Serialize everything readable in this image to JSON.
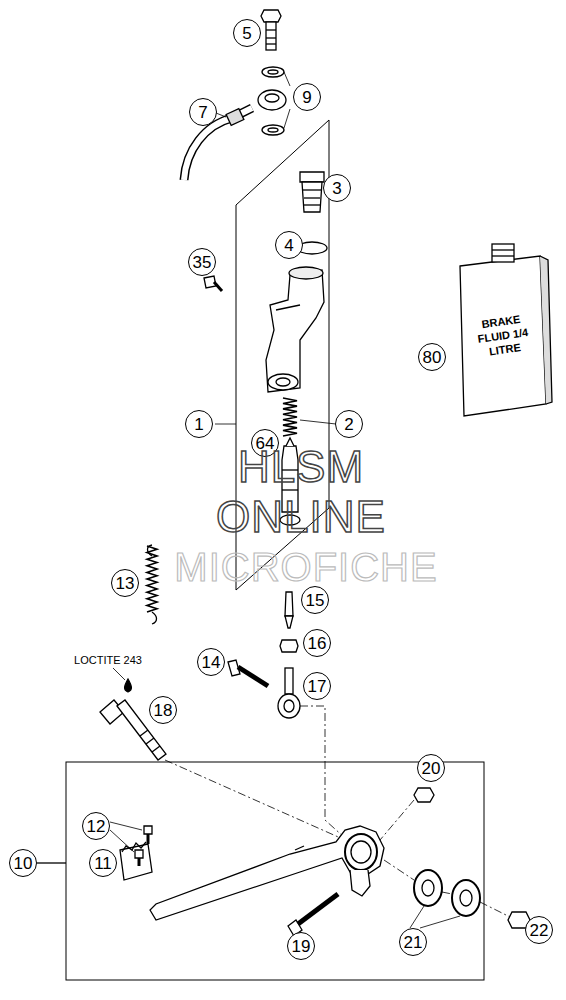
{
  "diagram": {
    "labels": [
      "5",
      "9",
      "7",
      "3",
      "4",
      "35",
      "80",
      "BRAKE FLUID 1/4 LITRE",
      "1",
      "2",
      "64",
      "HLSM",
      "ONLINE",
      "MICROFICHE",
      "13",
      "15",
      "16",
      "14",
      "17",
      "LOCTITE 243",
      "18",
      "12",
      "20",
      "10",
      "11",
      "21",
      "19",
      "22"
    ]
  }
}
